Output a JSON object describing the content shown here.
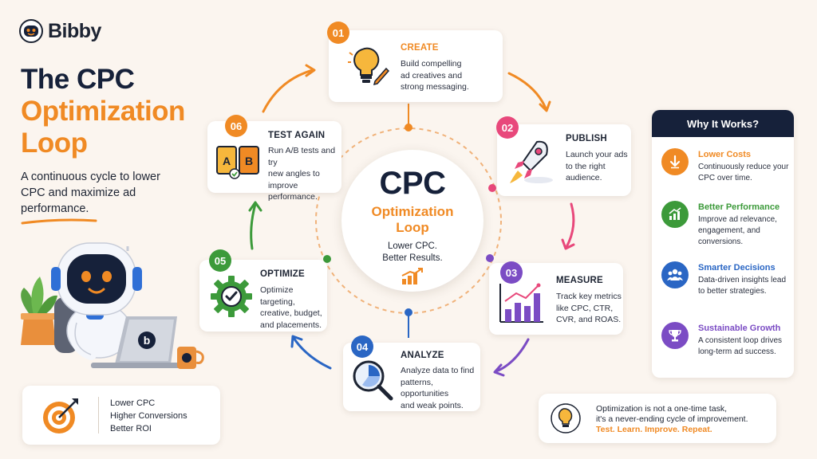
{
  "brand": {
    "name": "Bibby"
  },
  "title": {
    "line1": "The CPC",
    "line2": "Optimization",
    "line3": "Loop"
  },
  "subtitle": "A continuous cycle to lower CPC and maximize ad performance.",
  "center": {
    "title": "CPC",
    "subtitle_line1": "Optimization",
    "subtitle_line2": "Loop",
    "tagline_line1": "Lower CPC.",
    "tagline_line2": "Better Results."
  },
  "steps": [
    {
      "number": "01",
      "title": "CREATE",
      "desc_lines": [
        "Build compelling",
        "ad creatives and",
        "strong messaging."
      ],
      "color": "#f08a24",
      "icon": "lightbulb-pencil-icon"
    },
    {
      "number": "02",
      "title": "PUBLISH",
      "desc_lines": [
        "Launch your ads",
        "to the right",
        "audience."
      ],
      "color": "#e8487b",
      "icon": "rocket-icon"
    },
    {
      "number": "03",
      "title": "MEASURE",
      "desc_lines": [
        "Track key metrics",
        "like CPC, CTR,",
        "CVR, and ROAS."
      ],
      "color": "#7b4cc4",
      "icon": "bar-chart-icon"
    },
    {
      "number": "04",
      "title": "ANALYZE",
      "desc_lines": [
        "Analyze data to find",
        "patterns, opportunities",
        "and weak points."
      ],
      "color": "#2a66c4",
      "icon": "magnifier-chart-icon"
    },
    {
      "number": "05",
      "title": "OPTIMIZE",
      "desc_lines": [
        "Optimize targeting,",
        "creative, budget,",
        "and placements."
      ],
      "color": "#3c9a3a",
      "icon": "gear-check-icon"
    },
    {
      "number": "06",
      "title": "TEST AGAIN",
      "desc_lines": [
        "Run A/B tests and try",
        "new angles to improve",
        "performance."
      ],
      "color": "#f08a24",
      "icon": "ab-test-icon",
      "ab": [
        "A",
        "B"
      ]
    }
  ],
  "why": {
    "heading": "Why It Works?",
    "items": [
      {
        "title": "Lower Costs",
        "desc": "Continuously reduce your CPC over time.",
        "color": "#f08a24",
        "icon": "down-arrow-icon"
      },
      {
        "title": "Better Performance",
        "desc": "Improve ad relevance, engagement, and conversions.",
        "color": "#3c9a3a",
        "icon": "trend-up-icon"
      },
      {
        "title": "Smarter Decisions",
        "desc": "Data-driven insights lead to better strategies.",
        "color": "#2a66c4",
        "icon": "people-icon"
      },
      {
        "title": "Sustainable Growth",
        "desc": "A consistent loop drives long-term ad success.",
        "color": "#7b4cc4",
        "icon": "trophy-icon"
      }
    ]
  },
  "benefits": [
    "Lower CPC",
    "Higher Conversions",
    "Better ROI"
  ],
  "note": {
    "line1": "Optimization is not a one-time task,",
    "line2": "it's a never-ending cycle of improvement.",
    "accent": "Test. Learn. Improve. Repeat."
  },
  "laptop_logo": "b"
}
